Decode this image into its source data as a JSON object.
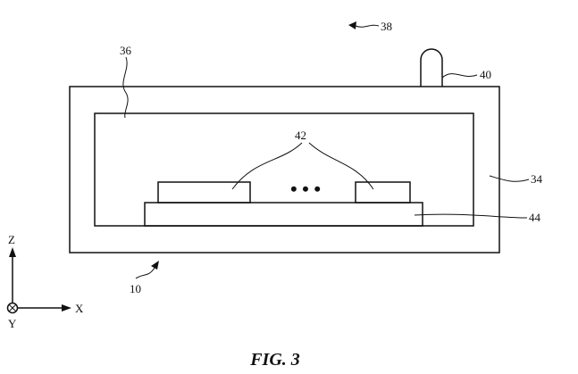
{
  "labels": {
    "ref_38": "38",
    "ref_36": "36",
    "ref_40": "40",
    "ref_42": "42",
    "ref_34": "34",
    "ref_44": "44",
    "ref_10": "10"
  },
  "ellipsis": "• • •",
  "axes": {
    "z": "Z",
    "x": "X",
    "y": "Y"
  },
  "caption": "FIG. 3"
}
